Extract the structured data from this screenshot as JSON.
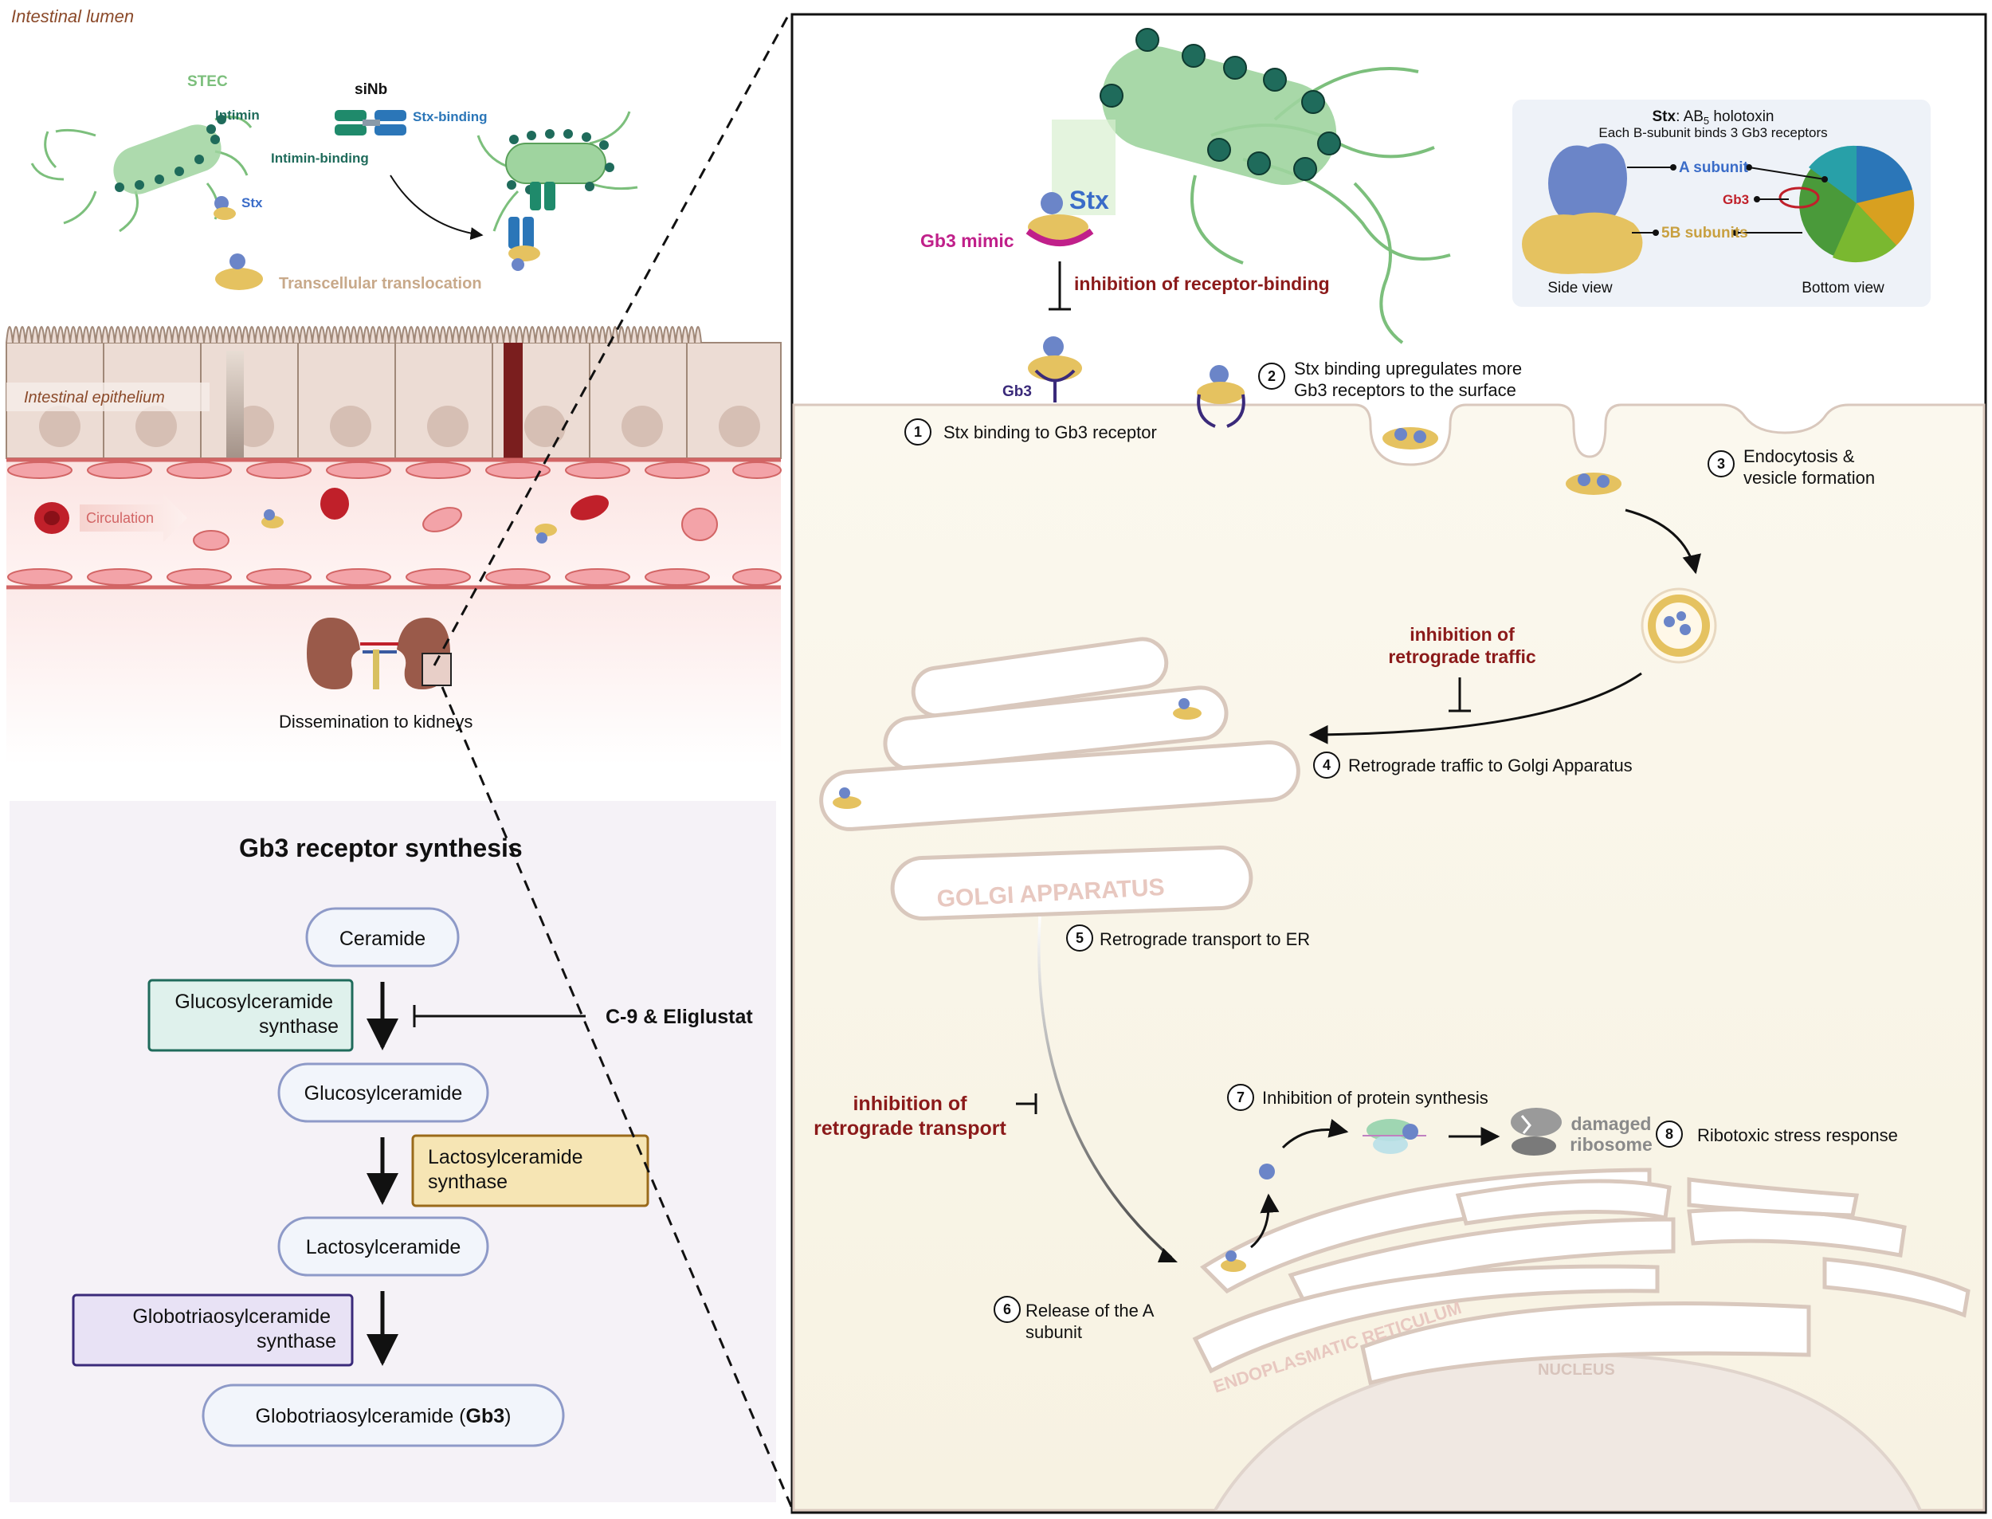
{
  "left": {
    "lumen_label": "Intestinal lumen",
    "stec_label": "STEC",
    "intimin_label": "Intimin",
    "stx_small": "Stx",
    "sinb_label": "siNb",
    "stx_binding": "Stx-binding",
    "intimin_binding": "Intimin-binding",
    "translocation": "Transcellular translocation",
    "epithelium": "Intestinal epithelium",
    "circulation": "Circulation",
    "kidneys": "Dissemination to kidneys"
  },
  "synthesis": {
    "title": "Gb3 receptor synthesis",
    "ceramide": "Ceramide",
    "enzyme1": [
      "Glucosylceramide",
      "synthase"
    ],
    "glucosyl": "Glucosylceramide",
    "inhibitor": "C-9 & Eliglustat",
    "enzyme2": [
      "Lactosylceramide",
      "synthase"
    ],
    "lactosyl": "Lactosylceramide",
    "enzyme3": [
      "Globotriaosylceramide",
      "synthase"
    ],
    "gb3_prefix": "Globotriaosylceramide (",
    "gb3_bold": "Gb3",
    "gb3_suffix": ")"
  },
  "right": {
    "stx_big": "Stx",
    "gb3_mimic": "Gb3 mimic",
    "inhib_receptor": "inhibition of receptor-binding",
    "gb3_label": "Gb3",
    "inset": {
      "title_bold": "Stx",
      "title_rest": ": AB",
      "title_sub": "5",
      "title_end": " holotoxin",
      "subtitle": "Each B-subunit binds 3 Gb3 receptors",
      "a_subunit": "A subunit",
      "gb3": "Gb3",
      "b_subunits": "5B subunits",
      "side_view": "Side view",
      "bottom_view": "Bottom view"
    },
    "steps": [
      {
        "num": "1",
        "lines": [
          "Stx binding to Gb3 receptor"
        ]
      },
      {
        "num": "2",
        "lines": [
          "Stx binding upregulates more",
          "Gb3 receptors to the surface"
        ]
      },
      {
        "num": "3",
        "lines": [
          "Endocytosis &",
          "vesicle formation"
        ]
      },
      {
        "num": "4",
        "lines": [
          "Retrograde traffic to Golgi Apparatus"
        ]
      },
      {
        "num": "5",
        "lines": [
          "Retrograde transport to ER"
        ]
      },
      {
        "num": "6",
        "lines": [
          "Release of the A",
          "subunit"
        ]
      },
      {
        "num": "7",
        "lines": [
          "Inhibition of protein synthesis"
        ]
      },
      {
        "num": "8",
        "lines": [
          "Ribotoxic stress response"
        ]
      }
    ],
    "inhib_traffic": [
      "inhibition of",
      "retrograde traffic"
    ],
    "inhib_transport": [
      "inhibition of",
      "retrograde transport"
    ],
    "golgi": "GOLGI APPARATUS",
    "er": "ENDOPLASMATIC RETICULUM",
    "nucleus": "NUCLEUS",
    "damaged": [
      "damaged",
      "ribosome"
    ]
  },
  "colors": {
    "dark_red": "#8b1a1a",
    "magenta": "#c0208a",
    "blue_label": "#3a6cc8",
    "teal": "#1f6b5b",
    "stec_green": "#7cbf7c",
    "tan": "#c8a98a"
  }
}
